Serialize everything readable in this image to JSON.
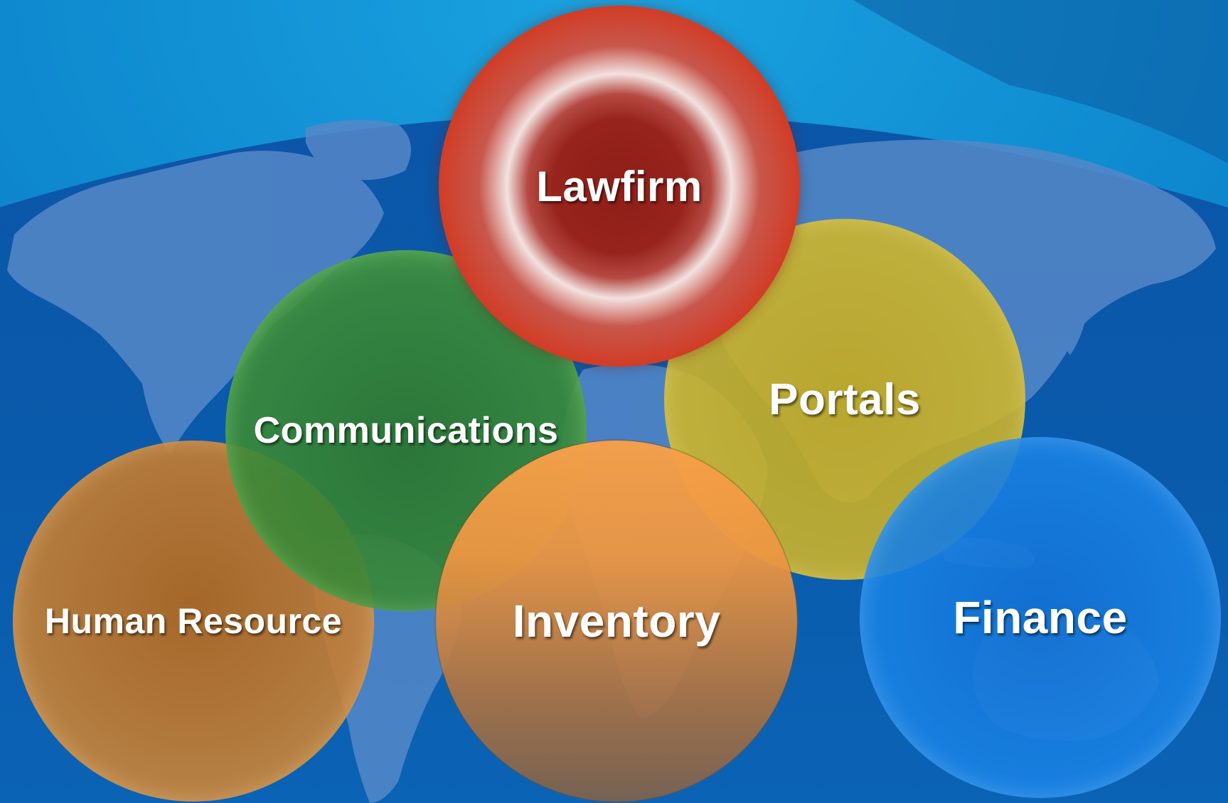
{
  "bubbles": {
    "lawfirm": {
      "label": "Lawfirm",
      "color": "#c0281c"
    },
    "communications": {
      "label": "Communications",
      "color": "#3d8a3a"
    },
    "portals": {
      "label": "Portals",
      "color": "#c9ad26"
    },
    "human_resource": {
      "label": "Human Resource",
      "color": "#bf7a32"
    },
    "inventory": {
      "label": "Inventory",
      "color": "#e9964a"
    },
    "finance": {
      "label": "Finance",
      "color": "#1a7fe0"
    }
  },
  "background": {
    "ocean_color": "#0a5fae",
    "land_color": "#4f84c6",
    "icon": "world-map"
  }
}
